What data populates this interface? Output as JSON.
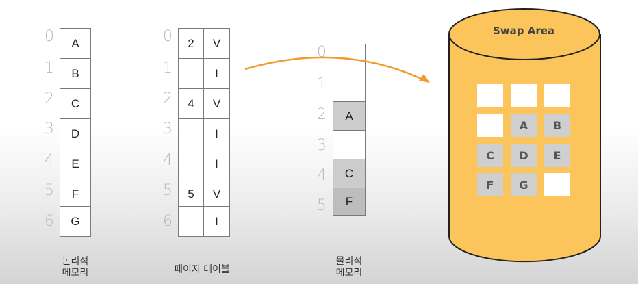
{
  "logical_memory": {
    "indices": [
      "0",
      "1",
      "2",
      "3",
      "4",
      "5",
      "6"
    ],
    "cells": [
      "A",
      "B",
      "C",
      "D",
      "E",
      "F",
      "G"
    ],
    "caption": "논리적\n메모리"
  },
  "page_table": {
    "indices": [
      "0",
      "1",
      "2",
      "3",
      "4",
      "5",
      "6"
    ],
    "rows": [
      {
        "frame": "2",
        "bit": "V"
      },
      {
        "frame": "",
        "bit": "I"
      },
      {
        "frame": "4",
        "bit": "V"
      },
      {
        "frame": "",
        "bit": "I"
      },
      {
        "frame": "",
        "bit": "I"
      },
      {
        "frame": "5",
        "bit": "V"
      },
      {
        "frame": "",
        "bit": "I"
      }
    ],
    "caption": "페이지 테이블"
  },
  "physical_memory": {
    "indices": [
      "0",
      "1",
      "2",
      "3",
      "4",
      "5"
    ],
    "cells": [
      "",
      "",
      "A",
      "",
      "C",
      "F"
    ],
    "caption": "물리적\n메모리"
  },
  "swap_area": {
    "title": "Swap Area",
    "slots": [
      "",
      "",
      "",
      "",
      "A",
      "B",
      "C",
      "D",
      "E",
      "F",
      "G",
      ""
    ]
  },
  "colors": {
    "drum_fill": "#fbc55b",
    "drum_stroke": "#222222",
    "arrow": "#f39a2c",
    "occupied_frame": "#cccccc",
    "swap_slot_filled": "#cfcfcf",
    "swap_slot_empty": "#ffffff",
    "index_text": "#b9b9b9"
  }
}
